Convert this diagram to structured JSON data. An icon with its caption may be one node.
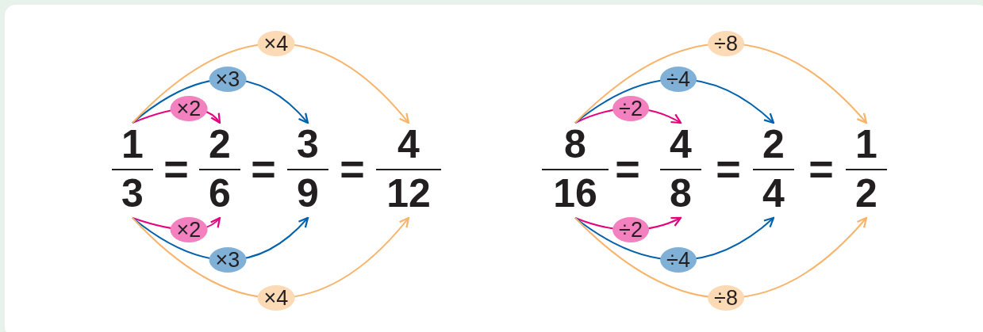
{
  "diagram": {
    "nodes": [
      {
        "text": [
          "1",
          "3"
        ]
      },
      {
        "text": [
          "2",
          "6"
        ]
      },
      {
        "text": [
          "3",
          "9"
        ]
      },
      {
        "text": [
          "4",
          "12"
        ]
      },
      {
        "text": [
          "8",
          "16"
        ]
      },
      {
        "text": [
          "4",
          "8"
        ]
      },
      {
        "text": [
          "2",
          "4"
        ]
      },
      {
        "text": [
          "1",
          "2"
        ]
      }
    ],
    "edges": [
      {
        "from": 0,
        "to": 1,
        "arrow": "to",
        "label": "×2",
        "color": "#e6007e"
      },
      {
        "from": 0,
        "to": 2,
        "arrow": "to",
        "label": "×3",
        "color": "#0061ad"
      },
      {
        "from": 0,
        "to": 3,
        "arrow": "to",
        "label": "×4",
        "color": "#f9b46b"
      },
      {
        "from": 0,
        "to": 1,
        "arrow": "to",
        "label": "×2",
        "color": "#e6007e"
      },
      {
        "from": 0,
        "to": 2,
        "arrow": "to",
        "label": "×3",
        "color": "#0061ad"
      },
      {
        "from": 0,
        "to": 3,
        "arrow": "to",
        "label": "×4",
        "color": "#f9b46b"
      },
      {
        "from": 4,
        "to": 5,
        "arrow": "to",
        "label": "÷2",
        "color": "#e6007e"
      },
      {
        "from": 4,
        "to": 6,
        "arrow": "to",
        "label": "÷4",
        "color": "#0061ad"
      },
      {
        "from": 4,
        "to": 7,
        "arrow": "to",
        "label": "÷8",
        "color": "#f9b46b"
      },
      {
        "from": 4,
        "to": 5,
        "arrow": "to",
        "label": "÷2",
        "color": "#e6007e"
      },
      {
        "from": 4,
        "to": 6,
        "arrow": "to",
        "label": "÷4",
        "color": "#0061ad"
      },
      {
        "from": 4,
        "to": 7,
        "arrow": "to",
        "label": "÷8",
        "color": "#f9b46b"
      }
    ],
    "labels": [
      "=",
      "=",
      "=",
      "=",
      "=",
      "="
    ]
  }
}
